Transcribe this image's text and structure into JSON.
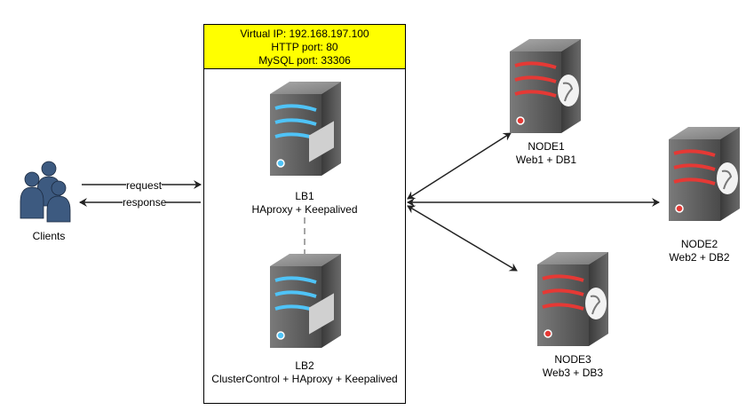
{
  "vip": {
    "line1": "Virtual IP: 192.168.197.100",
    "line2": "HTTP port: 80",
    "line3": "MySQL port: 33306"
  },
  "clients": {
    "label": "Clients"
  },
  "arrows": {
    "request": "request",
    "response": "response"
  },
  "lb1": {
    "name": "LB1",
    "desc": "HAproxy + Keepalived"
  },
  "lb2": {
    "name": "LB2",
    "desc": "ClusterControl + HAproxy + Keepalived"
  },
  "node1": {
    "name": "NODE1",
    "desc": "Web1 + DB1"
  },
  "node2": {
    "name": "NODE2",
    "desc": "Web2 + DB2"
  },
  "node3": {
    "name": "NODE3",
    "desc": "Web3 + DB3"
  },
  "colors": {
    "vip_fill": "#ffff00",
    "lb_stripe": "#4fc3f7",
    "node_stripe": "#e53935",
    "server_body": "#5a5a5a",
    "user_figure": "#3d5a80"
  }
}
